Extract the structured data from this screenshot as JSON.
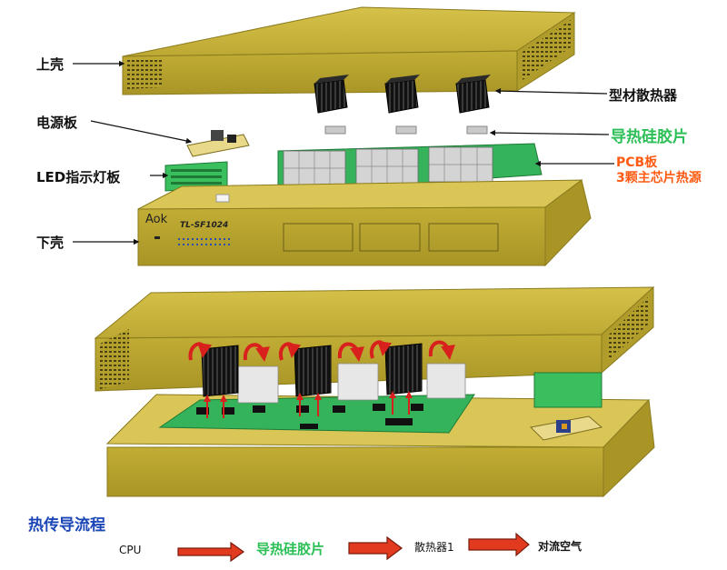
{
  "labels": {
    "top_shell": "上壳",
    "power_board": "电源板",
    "led_board": "LED指示灯板",
    "bottom_shell": "下壳",
    "heatsink": "型材散热器",
    "thermal_pad": "导热硅胶片",
    "pcb_line1": "PCB板",
    "pcb_line2": "3颗主芯片热源"
  },
  "device": {
    "brand": "Aok",
    "model": "TL-SF1024"
  },
  "flow": {
    "title": "热传导流程",
    "steps": [
      "CPU",
      "导热硅胶片",
      "散热器1",
      "对流空气"
    ]
  },
  "colors": {
    "shell": "#cdb83a",
    "shell_dark": "#9b8a24",
    "pcb": "#35b35a",
    "heatsink": "#1c1c1c",
    "flow_arrow": "#e23a1e",
    "label_green": "#2bbf56",
    "label_orange": "#ff5a12",
    "title_blue": "#1a45b6"
  }
}
